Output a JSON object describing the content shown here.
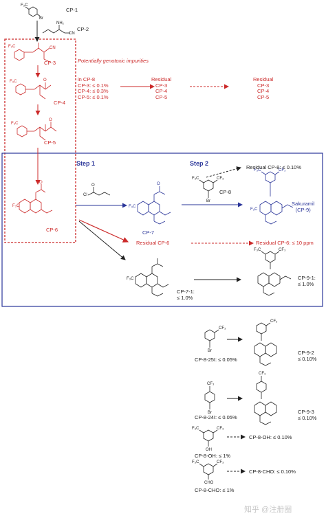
{
  "compounds": {
    "cp1": "CP-1",
    "cp2": "CP-2",
    "cp3": "CP-3",
    "cp4": "CP-4",
    "cp5": "CP-5",
    "cp6": "CP-6",
    "cp7": "CP-7",
    "cp8": "CP-8",
    "cp9": "Sakuramil\n(CP-9)",
    "cp7_1": "CP-7-1:\n≤ 1.0%",
    "cp9_1": "CP-9-1:\n≤ 1.0%",
    "cp9_2": "CP-9-2\n≤ 0.10%",
    "cp9_3": "CP-9-3\n≤ 0.10%",
    "cp8_25": "CP-8-25I: ≤ 0.05%",
    "cp8_24": "CP-8-24I: ≤ 0.05%",
    "cp8_oh": "CP-8-OH: ≤ 1%",
    "cp8_cho": "CP-8-CHO: ≤ 1%",
    "res_cp8_oh": "CP-8-OH: ≤ 0.10%",
    "res_cp8_cho": "CP-8-CHO: ≤ 0.10%"
  },
  "annotations": {
    "genotoxic": "Potentially genotoxic impurities",
    "in_cp8": "in CP-8\nCP-3: ≤ 0.1%\nCP-4: ≤ 0.3%\nCP-5: ≤ 0.1%",
    "residual_1": "Residual\nCP-3\nCP-4\nCP-5",
    "residual_2": "Residual\nCP-3\nCP-4\nCP-5",
    "residual_cp8": "Residual CP-8: ≤ 0.10%",
    "residual_cp6_a": "Residual CP-6",
    "residual_cp6_b": "Residual CP-6: ≤ 10 ppm"
  },
  "steps": {
    "step1": "Step 1",
    "step2": "Step 2"
  },
  "structure_atoms": {
    "br": "Br",
    "f3c": "F₃C",
    "nh2": "NH₂",
    "cn": "CN",
    "o": "O",
    "cl": "Cl",
    "n": "N",
    "oh": "OH",
    "cho": "CHO",
    "cf3": "CF₃"
  },
  "watermark": "知乎 @注册圈",
  "colors": {
    "red": "#cc2a2a",
    "blue": "#2a3599",
    "black": "#222222"
  }
}
